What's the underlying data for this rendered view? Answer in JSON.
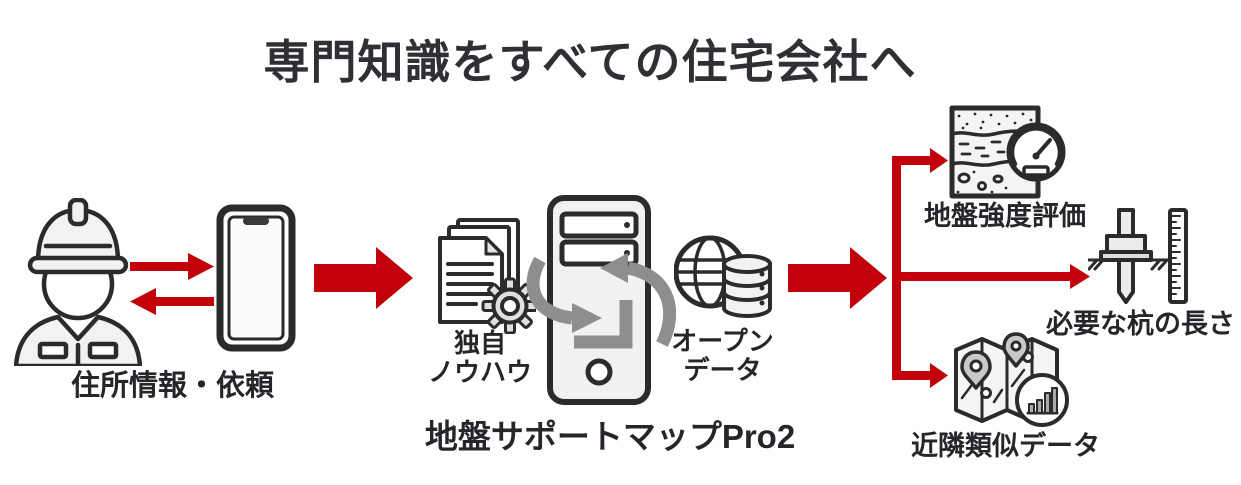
{
  "title": "専門知識をすべての住宅会社へ",
  "input": {
    "label": "住所情報・依頼",
    "icons": [
      "construction-worker-icon",
      "smartphone-icon"
    ]
  },
  "engine": {
    "product_label": "地盤サポートマップPro2",
    "know_how": {
      "line1": "独自",
      "line2": "ノウハウ"
    },
    "open_data": {
      "line1": "オープン",
      "line2": "データ"
    },
    "icons": [
      "documents-gear-icon",
      "server-tower-icon",
      "sync-arrows-icon",
      "globe-database-icon"
    ]
  },
  "outputs": [
    {
      "label": "地盤強度評価",
      "icon": "soil-strength-gauge-icon"
    },
    {
      "label": "必要な杭の長さ",
      "icon": "pile-ruler-icon"
    },
    {
      "label": "近隣類似データ",
      "icon": "map-pins-chart-icon"
    }
  ],
  "colors": {
    "accent_red": "#c1000a",
    "outline": "#2b2b2b",
    "icon_fill": "#f2f2f2",
    "gray": "#8e8e8e",
    "title_text": "#2f3033"
  }
}
